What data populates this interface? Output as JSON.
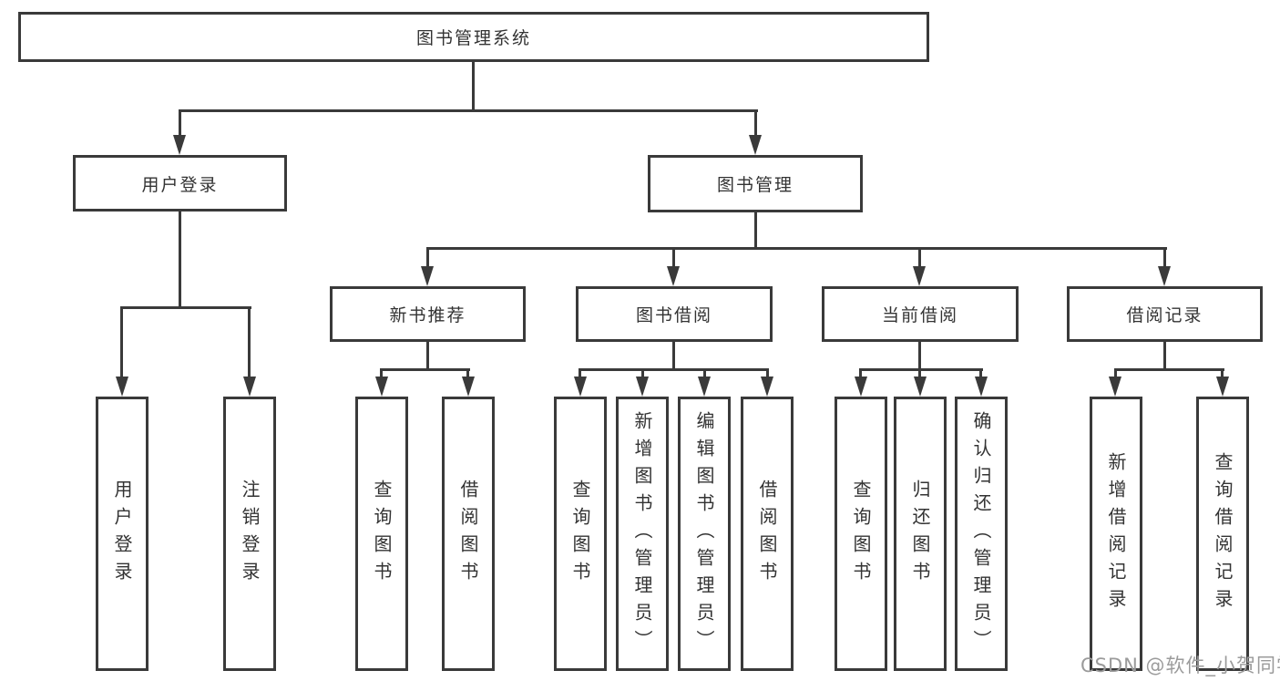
{
  "tree": {
    "label": "图书管理系统",
    "children": [
      {
        "label": "用户登录",
        "children": [
          {
            "label": "用户登录"
          },
          {
            "label": "注销登录"
          }
        ]
      },
      {
        "label": "图书管理",
        "children": [
          {
            "label": "新书推荐",
            "children": [
              {
                "label": "查询图书"
              },
              {
                "label": "借阅图书"
              }
            ]
          },
          {
            "label": "图书借阅",
            "children": [
              {
                "label": "查询图书"
              },
              {
                "label": "新增图书（管理员）"
              },
              {
                "label": "编辑图书（管理员）"
              },
              {
                "label": "借阅图书"
              }
            ]
          },
          {
            "label": "当前借阅",
            "children": [
              {
                "label": "查询图书"
              },
              {
                "label": "归还图书"
              },
              {
                "label": "确认归还（管理员）"
              }
            ]
          },
          {
            "label": "借阅记录",
            "children": [
              {
                "label": "新增借阅记录"
              },
              {
                "label": "查询借阅记录"
              }
            ]
          }
        ]
      }
    ]
  },
  "watermark": {
    "text": "CSDN @软件_小贺同学"
  },
  "colors": {
    "line": "#3a3a3a",
    "text": "#333333",
    "watermark": "#9b9b9b",
    "background": "#ffffff"
  }
}
